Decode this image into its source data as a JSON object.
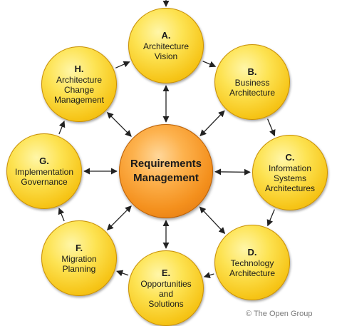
{
  "center": {
    "lines": [
      "Requirements",
      "Management"
    ]
  },
  "phases": [
    {
      "id": "A",
      "letter": "A.",
      "lines": [
        "Architecture",
        "Vision"
      ]
    },
    {
      "id": "B",
      "letter": "B.",
      "lines": [
        "Business",
        "Architecture"
      ]
    },
    {
      "id": "C",
      "letter": "C.",
      "lines": [
        "Information",
        "Systems",
        "Architectures"
      ]
    },
    {
      "id": "D",
      "letter": "D.",
      "lines": [
        "Technology",
        "Architecture"
      ]
    },
    {
      "id": "E",
      "letter": "E.",
      "lines": [
        "Opportunities",
        "and",
        "Solutions"
      ]
    },
    {
      "id": "F",
      "letter": "F.",
      "lines": [
        "Migration",
        "Planning"
      ]
    },
    {
      "id": "G",
      "letter": "G.",
      "lines": [
        "Implementation",
        "Governance"
      ]
    },
    {
      "id": "H",
      "letter": "H.",
      "lines": [
        "Architecture",
        "Change",
        "Management"
      ]
    }
  ],
  "copyright": "© The Open Group",
  "colors": {
    "phase_fill": "#f6c416",
    "center_fill": "#f4901d",
    "arrow": "#222222"
  }
}
